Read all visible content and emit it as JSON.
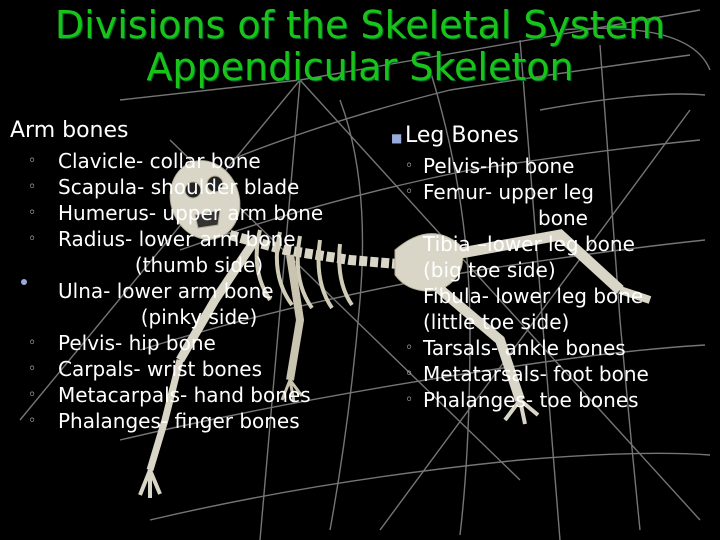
{
  "title": {
    "line1": "Divisions of the Skeletal System",
    "line2": "Appendicular Skeleton"
  },
  "colors": {
    "title": "#18c418",
    "text": "#ffffff",
    "background": "#000000"
  },
  "left": {
    "heading": "Arm bones",
    "items": [
      {
        "bullet": "◦",
        "text": "Clavicle- collar bone",
        "cont": ""
      },
      {
        "bullet": "◦",
        "text": "Scapula- shoulder blade",
        "cont": ""
      },
      {
        "bullet": "◦",
        "text": "Humerus- upper arm bone",
        "cont": ""
      },
      {
        "bullet": "◦",
        "text": "Radius- lower arm bone",
        "cont": "(thumb side)"
      },
      {
        "bullet": "",
        "text": "Ulna- lower arm bone",
        "cont": "(pinky side)"
      },
      {
        "bullet": "◦",
        "text": "Pelvis- hip bone",
        "cont": ""
      },
      {
        "bullet": "◦",
        "text": "Carpals- wrist bones",
        "cont": ""
      },
      {
        "bullet": "◦",
        "text": "Metacarpals- hand bones",
        "cont": ""
      },
      {
        "bullet": "◦",
        "text": "Phalanges- finger bones",
        "cont": ""
      }
    ]
  },
  "right": {
    "heading": "Leg Bones",
    "items": [
      {
        "bullet": "◦",
        "text": "Pelvis-hip bone",
        "cont": ""
      },
      {
        "bullet": "◦",
        "text": "Femur- upper leg",
        "cont": "bone"
      },
      {
        "bullet": "◦",
        "text": "Tibia –lower leg bone",
        "cont": "(big toe side)"
      },
      {
        "bullet": "",
        "text": "Fibula- lower leg bone",
        "cont": "(little toe side)"
      },
      {
        "bullet": "◦",
        "text": "Tarsals- ankle bones",
        "cont": ""
      },
      {
        "bullet": "◦",
        "text": "Metatarsals- foot bone",
        "cont": ""
      },
      {
        "bullet": "◦",
        "text": "Phalanges- toe bones",
        "cont": ""
      }
    ]
  }
}
